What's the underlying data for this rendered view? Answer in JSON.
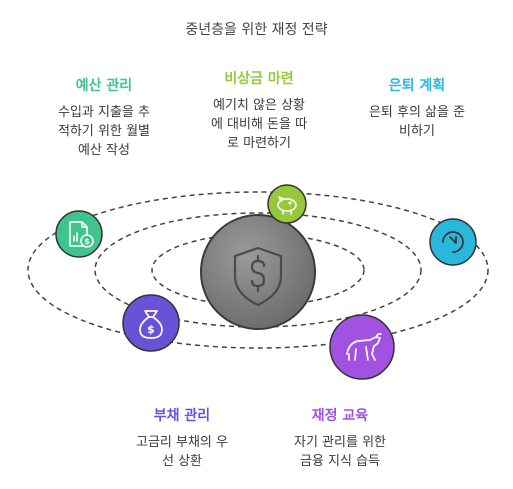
{
  "title": "중년층을 위한 재정 전략",
  "center": {
    "icon": "dollar-shield-icon"
  },
  "items": [
    {
      "key": "budget",
      "title": "예산 관리",
      "description": [
        "수입과 지출을 추",
        "적하기 위한 월별",
        "예산 작성"
      ],
      "color": "#3fc48d",
      "icon": "document-dollar-icon"
    },
    {
      "key": "emergency",
      "title": "비상금 마련",
      "description": [
        "예기치 않은 상황",
        "에 대비해 돈을 따",
        "로 마련하기"
      ],
      "color": "#96c83c",
      "icon": "piggy-bank-icon"
    },
    {
      "key": "retirement",
      "title": "은퇴 계획",
      "description": [
        "은퇴 후의 삶을 준",
        "비하기"
      ],
      "color": "#2ab7dc",
      "icon": "clock-arrow-icon"
    },
    {
      "key": "debt",
      "title": "부채 관리",
      "description": [
        "고금리 부채의 우",
        "선 상환"
      ],
      "color": "#6a52d8",
      "icon": "money-bag-icon"
    },
    {
      "key": "education",
      "title": "재정 교육",
      "description": [
        "자기 관리를 위한",
        "금융 지식 습득"
      ],
      "color": "#a152e0",
      "icon": "bull-icon"
    }
  ]
}
